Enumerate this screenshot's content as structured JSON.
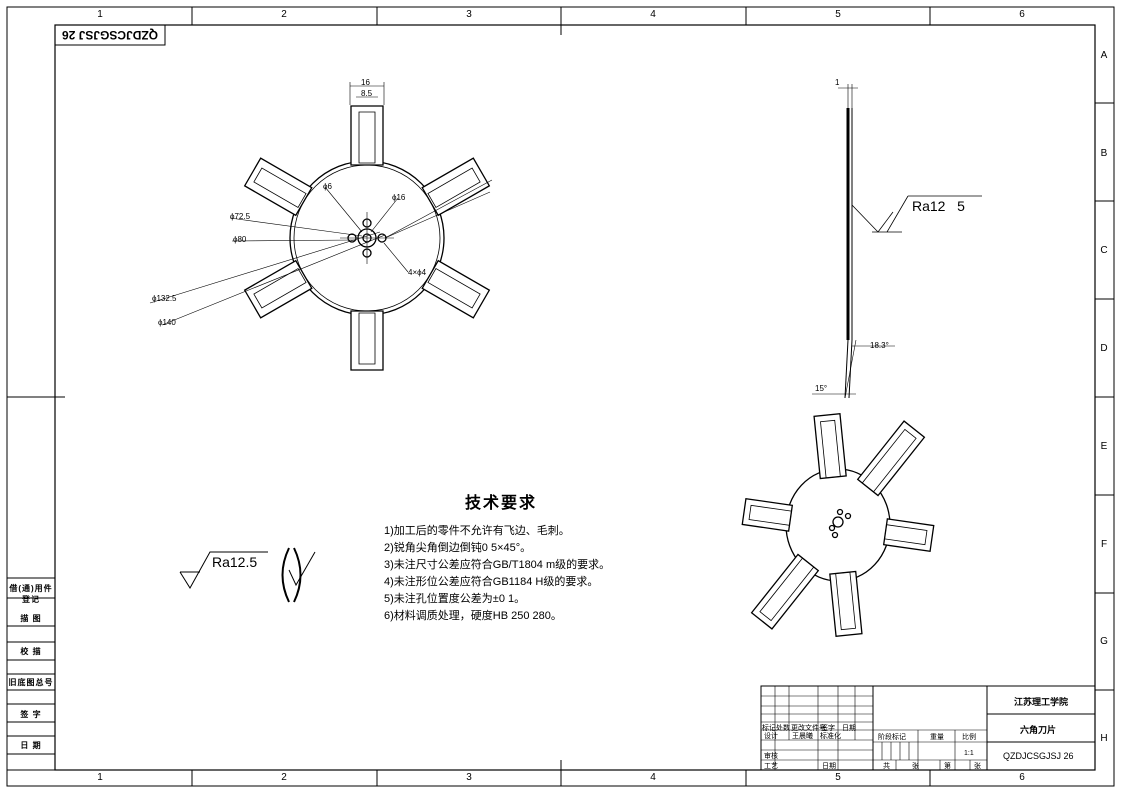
{
  "drawing_code_mirrored": "QZDJCSGJSJ 26",
  "zones": {
    "cols": [
      "1",
      "2",
      "3",
      "4",
      "5",
      "6"
    ],
    "rows": [
      "A",
      "B",
      "C",
      "D",
      "E",
      "F",
      "G",
      "H"
    ]
  },
  "side_labels": [
    "借(通)用件登记",
    "描 图",
    "校 描",
    "旧底图总号",
    "签 字",
    "日 期"
  ],
  "front_view_dims": {
    "width_outer": "16",
    "width_inner": "8.5",
    "d6": "ϕ6",
    "d16": "ϕ16",
    "d72": "ϕ72.5",
    "d80": "ϕ80",
    "d132": "ϕ132.5",
    "d140": "ϕ140",
    "holes": "4×ϕ4"
  },
  "side_view_dims": {
    "thickness": "1",
    "roughness": "Ra12   5",
    "angle_a": "18.3°",
    "angle_b": "15°"
  },
  "roughness_general": "Ra12.5",
  "tech_requirements": {
    "title": "技术要求",
    "items": [
      "1)加工后的零件不允许有飞边、毛刺。",
      "2)锐角尖角倒边倒钝0   5×45°。",
      "3)未注尺寸公差应符合GB/T1804 m级的要求。",
      "4)未注形位公差应符合GB1184 H级的要求。",
      "5)未注孔位置度公差为±0   1。",
      "6)材料调质处理，硬度HB      250 280。"
    ]
  },
  "title_block": {
    "school": "江苏理工学院",
    "part_name": "六角刀片",
    "drawing_no": "QZDJCSGJSJ 26",
    "scale": "1:1",
    "headers_row": [
      "标记",
      "处数",
      "更改文件号",
      "签字",
      "日期"
    ],
    "design_row": [
      "设计",
      "王晨曦",
      "标准化"
    ],
    "stage_headers": [
      "阶段标记",
      "重量",
      "比例"
    ],
    "review": "审核",
    "process": "工艺",
    "approve": "日期",
    "sheet_row": [
      "共",
      "张",
      "第",
      "张"
    ]
  }
}
